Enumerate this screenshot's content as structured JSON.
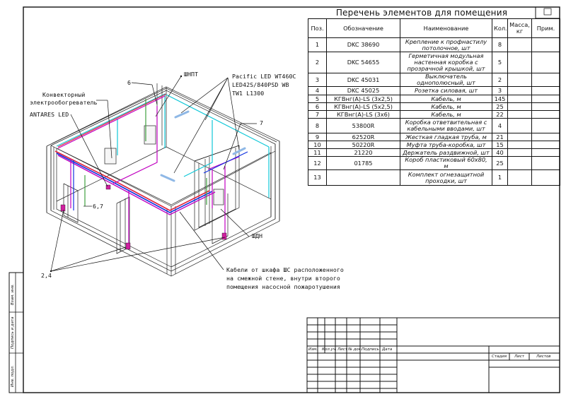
{
  "spec": {
    "title": "Перечень элементов для помещения",
    "headers": {
      "pos": "Поз.",
      "designation": "Обозначение",
      "name": "Наименование",
      "qty": "Кол.",
      "mass": "Масса, кг",
      "note": "Прим."
    },
    "rows": [
      {
        "pos": "1",
        "designation": "DKC 38690",
        "name": "Крепление к профнастилу потолочное, шт",
        "qty": "8"
      },
      {
        "pos": "2",
        "designation": "DKC 54655",
        "name": "Герметичная модульная настенная коробка с прозрачной крышкой, шт",
        "qty": "5"
      },
      {
        "pos": "3",
        "designation": "DKC 45031",
        "name": "Выключатель однополюсный, шт",
        "qty": "2"
      },
      {
        "pos": "4",
        "designation": "DKC 45025",
        "name": "Розетка силовая, шт",
        "qty": "3"
      },
      {
        "pos": "5",
        "designation": "КГВнг(А)-LS (3х2,5)",
        "name": "Кабель, м",
        "qty": "145"
      },
      {
        "pos": "6",
        "designation": "КГВнг(А)-LS (5х2,5)",
        "name": "Кабель, м",
        "qty": "25"
      },
      {
        "pos": "7",
        "designation": "КГВнг(А)-LS (3х6)",
        "name": "Кабель, м",
        "qty": "22"
      },
      {
        "pos": "8",
        "designation": "53800R",
        "name": "Коробка ответвительная с кабельными вводами, шт",
        "qty": "4"
      },
      {
        "pos": "9",
        "designation": "62520R",
        "name": "Жесткая гладкая труба, м",
        "qty": "21"
      },
      {
        "pos": "10",
        "designation": "50220R",
        "name": "Муфта труба-коробка, шт",
        "qty": "15"
      },
      {
        "pos": "11",
        "designation": "21220",
        "name": "Держатель раздвижной, шт",
        "qty": "40"
      },
      {
        "pos": "12",
        "designation": "01785",
        "name": "Короб пластиковый 60х80, м",
        "qty": "25"
      },
      {
        "pos": "13",
        "designation": "",
        "name": "Комплект огнезащитной проходки, шт",
        "qty": "1"
      }
    ]
  },
  "callouts": {
    "shnpt": "ШНПТ",
    "pacific": "Pacific LED WT460C",
    "pacific2": "LED42S/840PSD WB",
    "pacific3": "TW1 L1300",
    "convector": "Конвекторный",
    "convector2": "электрообогреватель",
    "antares": "ANTARES LED",
    "six": "6",
    "seven": "7",
    "sixseven": "6,7",
    "shdn": "ШДН",
    "twofour": "2,4",
    "cable1": "Кабели от шкафа ШС расположенного",
    "cable2": "на смежной стене, внутри второго",
    "cable3": "помещения насосной пожаротушения"
  },
  "title_block": {
    "izm": "Изм.",
    "kol": "Кол.уч.",
    "list": "Лист",
    "ndoc": "№ док.",
    "podp": "Подпись",
    "data": "Дата",
    "stadia": "Стадия",
    "list2": "Лист",
    "listov": "Листов"
  },
  "side": {
    "vzam": "Взам. инв.",
    "podp": "Подпись и дата",
    "inv": "Инв. подл."
  },
  "colors": {
    "cable_red": "#e0203a",
    "cable_blue": "#1030e0",
    "cable_magenta": "#c000c0",
    "cable_cyan": "#10c8d8",
    "cable_green": "#40a040",
    "socket": "#d020a0"
  }
}
